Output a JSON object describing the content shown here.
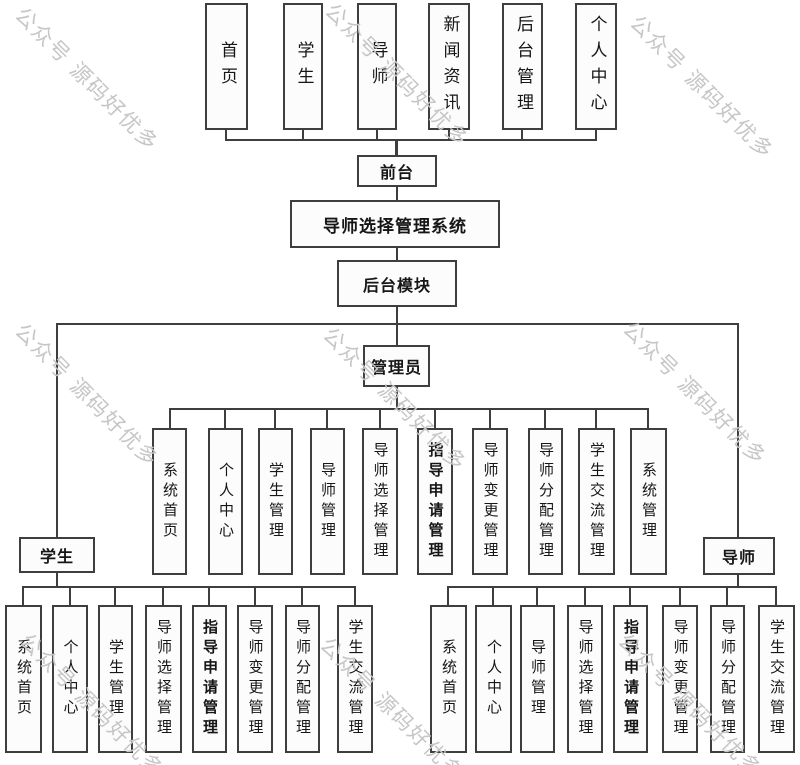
{
  "watermark": {
    "text": "公众号 源码好优多"
  },
  "colors": {
    "line": "#3e3e3e",
    "box_background": "#fcfcfc",
    "text": "#161616",
    "watermark": "#c6c6c6"
  },
  "diagram": {
    "front_modules": [
      "首页",
      "学生",
      "导师",
      "新闻资讯",
      "后台管理",
      "个人中心"
    ],
    "front_label": "前台",
    "system_title": "导师选择管理系统",
    "backend_label": "后台模块",
    "admin": {
      "label": "管理员",
      "children": [
        "系统首页",
        "个人中心",
        "学生管理",
        "导师管理",
        "导师选择管理",
        "指导申请管理",
        "导师变更管理",
        "导师分配管理",
        "学生交流管理",
        "系统管理"
      ]
    },
    "student": {
      "label": "学生",
      "children": [
        "系统首页",
        "个人中心",
        "学生管理",
        "导师选择管理",
        "指导申请管理",
        "导师变更管理",
        "导师分配管理",
        "学生交流管理"
      ]
    },
    "mentor": {
      "label": "导师",
      "children": [
        "系统首页",
        "个人中心",
        "导师管理",
        "导师选择管理",
        "指导申请管理",
        "导师变更管理",
        "导师分配管理",
        "学生交流管理"
      ]
    }
  }
}
